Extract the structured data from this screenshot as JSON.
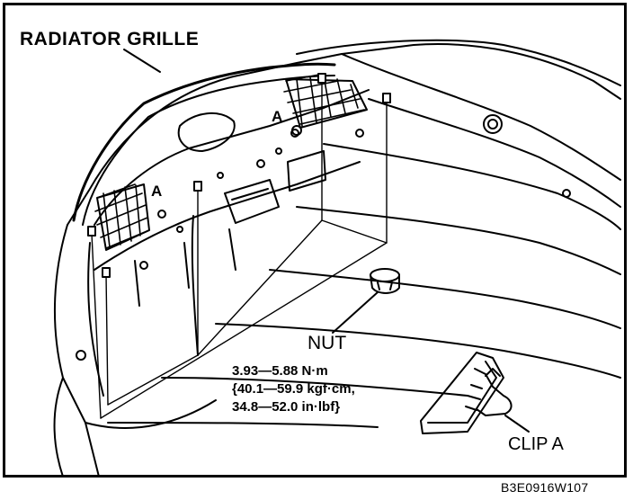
{
  "labels": {
    "radiator_grille": "RADIATOR GRILLE",
    "clip_a_marker": "A",
    "nut": "NUT",
    "torque_line1": "3.93—5.88 N·m",
    "torque_line2": "{40.1—59.9 kgf·cm,",
    "torque_line3": "34.8—52.0 in·lbf}",
    "clip_a": "CLIP A",
    "figure_code": "B3E0916W107"
  },
  "colors": {
    "ink": "#000000",
    "paper": "#ffffff"
  }
}
